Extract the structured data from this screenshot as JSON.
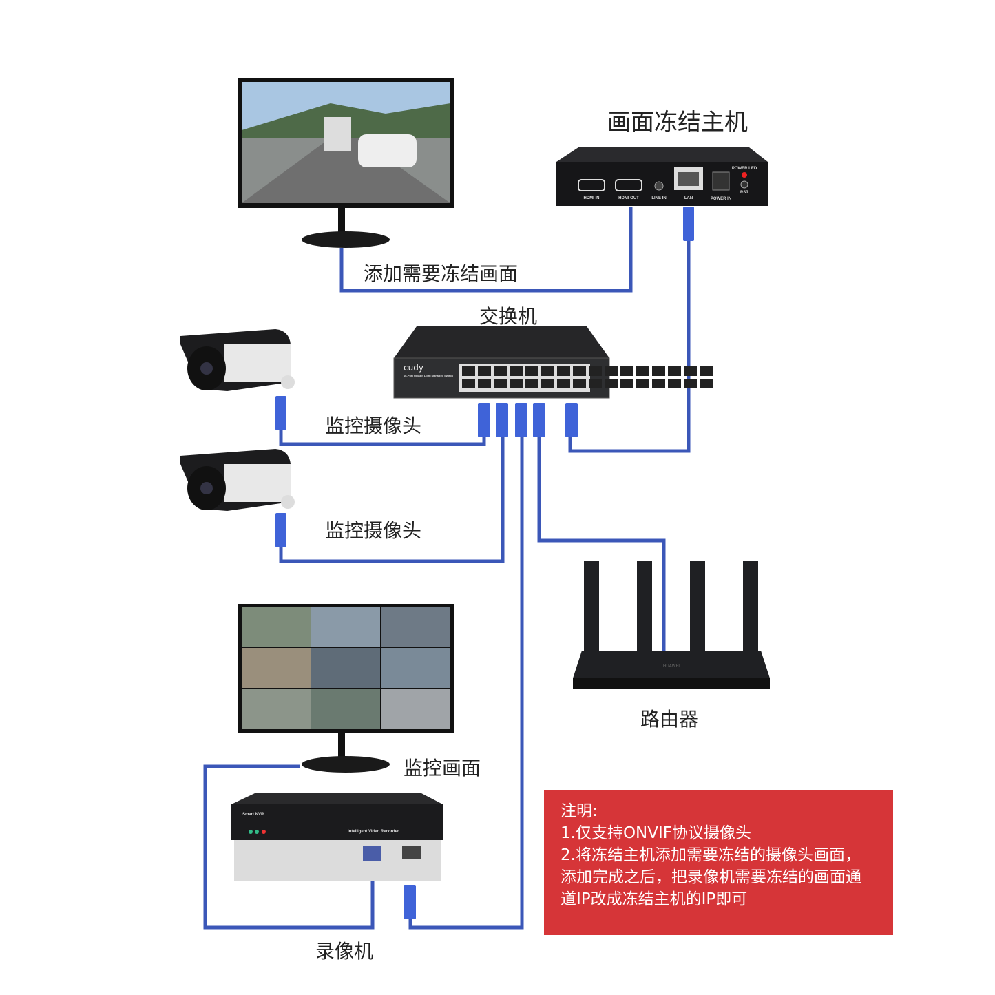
{
  "labels": {
    "freeze_host": "画面冻结主机",
    "add_freeze": "添加需要冻结画面",
    "switch": "交换机",
    "camera1": "监控摄像头",
    "camera2": "监控摄像头",
    "router": "路由器",
    "monitor_view": "监控画面",
    "nvr": "录像机"
  },
  "freeze_host_ports": [
    "HDMI IN",
    "HDMI OUT",
    "LINE IN",
    "LAN",
    "POWER IN",
    "POWER LED",
    "RST"
  ],
  "switch_panel": {
    "brand": "cudy",
    "model": "16-Port Gigabit Light Managed Switch"
  },
  "nvr_panel": {
    "badge": "Smart NVR",
    "title": "Intelligent Video Recorder"
  },
  "router_brand": "HUAWEI",
  "note": {
    "title": "注明:",
    "lines": [
      "1.仅支持ONVIF协议摄像头",
      "2.将冻结主机添加需要冻结的摄像头画面，",
      "添加完成之后，把录像机需要冻结的画面通",
      "道IP改成冻结主机的IP即可"
    ]
  },
  "colors": {
    "cable": "#3b57b8",
    "note_bg": "#d63538",
    "device": "#1e1f22"
  }
}
